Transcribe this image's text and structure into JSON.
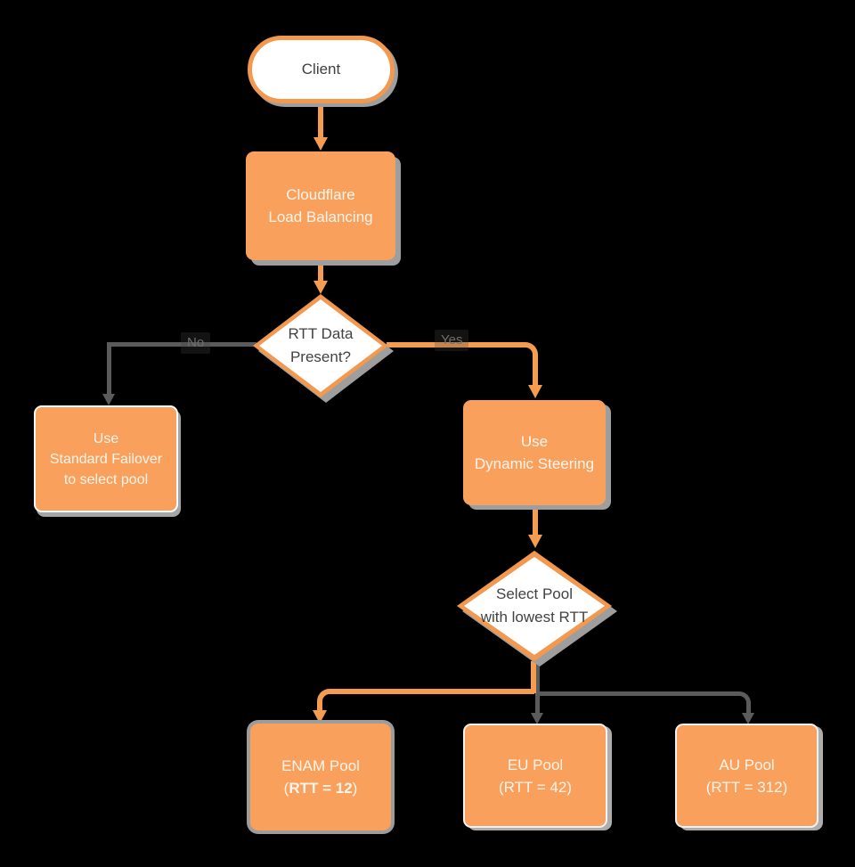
{
  "colors": {
    "background": "#000000",
    "node_fill_orange": "#F9A05C",
    "node_border_orange": "#F2984F",
    "connector_orange": "#F49D51",
    "connector_gray": "#5B5B5B",
    "shadow_gray": "#9E9E9E",
    "dark_text": "#424242",
    "light_text": "#FCF5EC"
  },
  "nodes": {
    "client": {
      "label": "Client"
    },
    "cloudflare_lb": {
      "line1": "Cloudflare",
      "line2": "Load Balancing"
    },
    "rtt_decision": {
      "line1": "RTT Data",
      "line2": "Present?"
    },
    "standard_failover": {
      "line1": "Use",
      "line2": "Standard Failover",
      "line3": "to select pool"
    },
    "dynamic_steering": {
      "line1": "Use",
      "line2": "Dynamic Steering"
    },
    "select_pool": {
      "line1": "Select Pool",
      "line2": "with lowest RTT"
    },
    "enam_pool": {
      "line1": "ENAM Pool",
      "open_paren": "(",
      "rtt_value": "RTT = 12",
      "close_paren": ")"
    },
    "eu_pool": {
      "line1": "EU Pool",
      "line2": "(RTT = 42)"
    },
    "au_pool": {
      "line1": "AU Pool",
      "line2": "(RTT = 312)"
    }
  },
  "edge_labels": {
    "no": "No",
    "yes": "Yes"
  }
}
